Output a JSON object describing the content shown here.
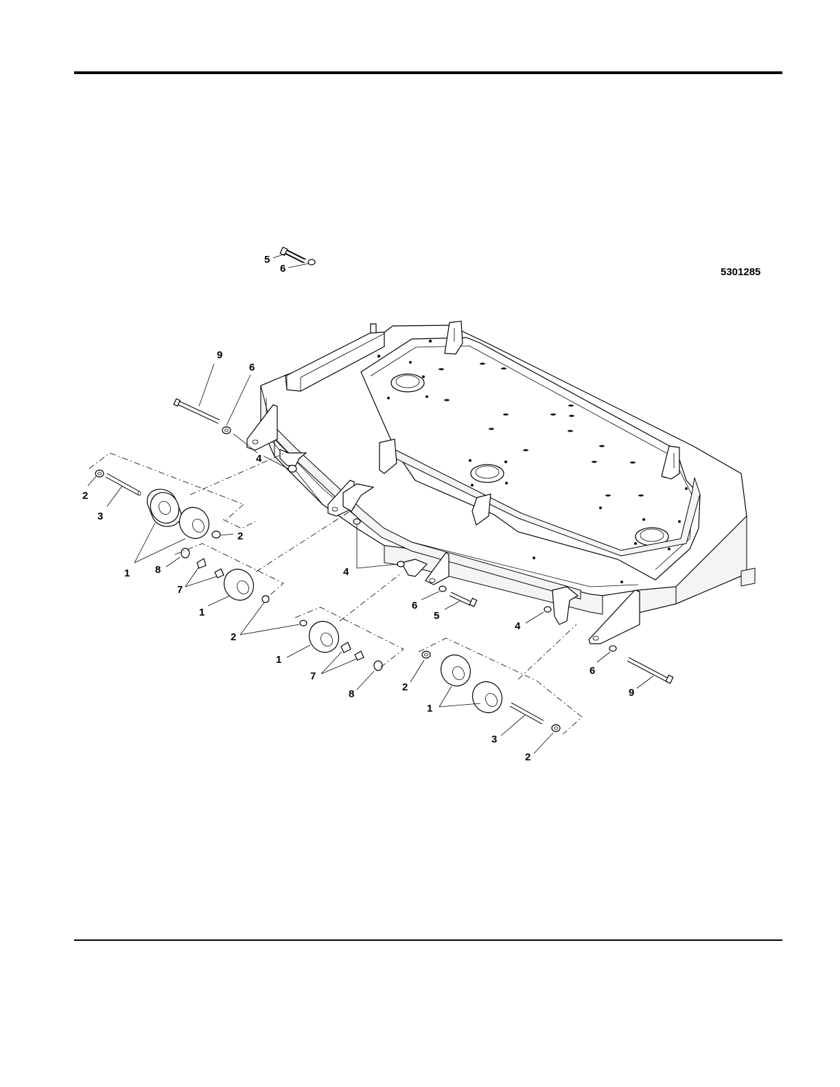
{
  "drawing_number": "5301285",
  "callouts": [
    {
      "id": "c9a",
      "label": "9"
    },
    {
      "id": "c6a",
      "label": "6"
    },
    {
      "id": "c4a",
      "label": "4"
    },
    {
      "id": "c2a",
      "label": "2"
    },
    {
      "id": "c3a",
      "label": "3"
    },
    {
      "id": "c5a",
      "label": "5"
    },
    {
      "id": "c6b",
      "label": "6"
    },
    {
      "id": "c2b",
      "label": "2"
    },
    {
      "id": "c1a",
      "label": "1"
    },
    {
      "id": "c8a",
      "label": "8"
    },
    {
      "id": "c7a",
      "label": "7"
    },
    {
      "id": "c4b",
      "label": "4"
    },
    {
      "id": "c1b",
      "label": "1"
    },
    {
      "id": "c6c",
      "label": "6"
    },
    {
      "id": "c5b",
      "label": "5"
    },
    {
      "id": "c4c",
      "label": "4"
    },
    {
      "id": "c2c",
      "label": "2"
    },
    {
      "id": "c1c",
      "label": "1"
    },
    {
      "id": "c7b",
      "label": "7"
    },
    {
      "id": "c8b",
      "label": "8"
    },
    {
      "id": "c2d",
      "label": "2"
    },
    {
      "id": "c6d",
      "label": "6"
    },
    {
      "id": "c9b",
      "label": "9"
    },
    {
      "id": "c1d",
      "label": "1"
    },
    {
      "id": "c3b",
      "label": "3"
    },
    {
      "id": "c2e",
      "label": "2"
    }
  ]
}
